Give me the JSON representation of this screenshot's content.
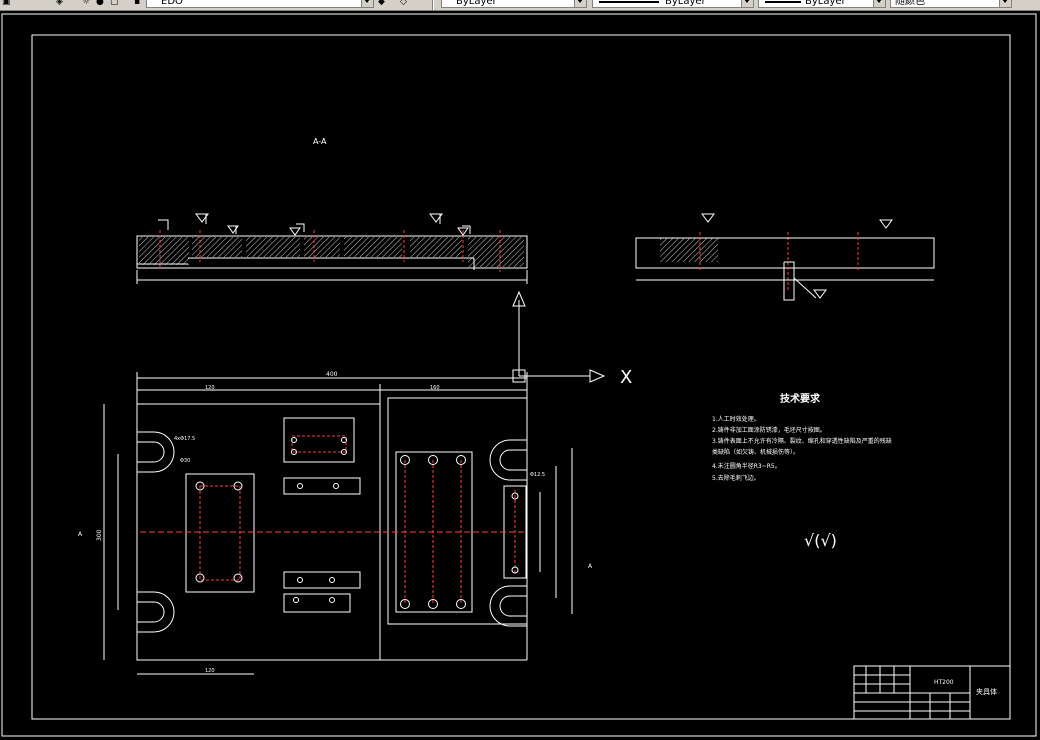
{
  "toolbar": {
    "layer_combo": "EDO",
    "color_combo": "ByLayer",
    "linetype_combo": "ByLayer",
    "lineweight_combo": "ByLayer",
    "plotstyle_combo": "随颜色"
  },
  "drawing": {
    "section_label": "A-A",
    "dim_overall": "400",
    "dim_left_top": "120",
    "dim_right_top": "160",
    "dim_bottom": "120",
    "dim_height": "300",
    "dim_hole": "4xΦ17.5",
    "dim_cb": "Φ30",
    "dim_right_note": "Φ12.5",
    "section_marker_a": "A",
    "axis_x": "X",
    "tech_title": "技术要求",
    "tech_items": [
      "1.人工时效处理。",
      "2.铸件非加工面涂防锈漆，毛坯尺寸按图。",
      "3.铸件表面上不允许有冷隔、裂纹、缩孔和穿透性缺陷及严重的残缺",
      "类缺陷（如欠铸、机械损伤等）。",
      "4.未注圆角半径R3~R5。",
      "5.去除毛刺飞边。"
    ],
    "roughness_note": "√(√)",
    "title_block_drawing_no": "HT200",
    "title_block_name": "夹具体"
  }
}
